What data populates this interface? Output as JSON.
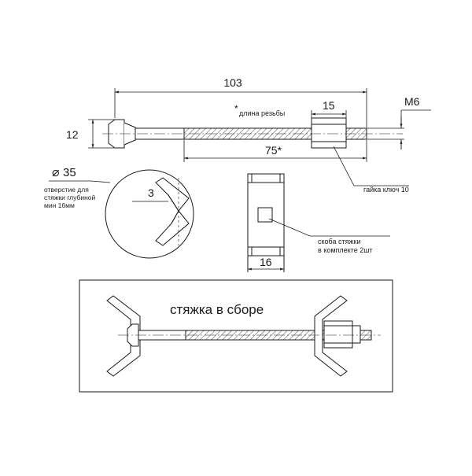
{
  "dimensions": {
    "overall_length": "103",
    "head_height": "12",
    "nut_width": "15",
    "thread_size": "M6",
    "thread_length": "75*",
    "hole_diameter": "35",
    "hole_symbol": "⌀",
    "bracket_arm": "3",
    "bracket_width": "16"
  },
  "notes": {
    "thread_note_star": "*",
    "thread_note": "длина резьбы",
    "hole_note": [
      "отверстие для",
      "стяжки глубиной",
      "мин 16мм"
    ],
    "nut_note": "гайка ключ 10",
    "bracket_note": [
      "скоба стяжки",
      "в комплекте 2шт"
    ]
  },
  "assembly_title": "стяжка в сборе",
  "colors": {
    "line": "#1a1a1a",
    "background": "#ffffff"
  }
}
